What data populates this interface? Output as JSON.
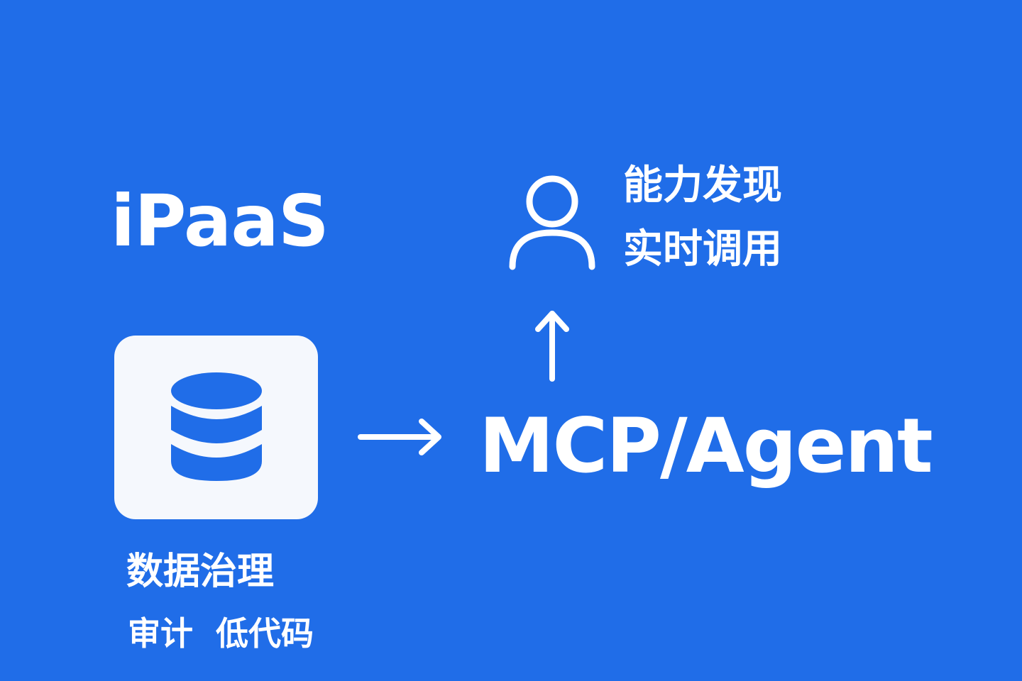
{
  "colors": {
    "background": "#206de8",
    "foreground": "#ffffff",
    "card": "#f5f8fd",
    "icon_fill": "#206de8"
  },
  "left": {
    "title": "iPaaS",
    "icon": "database-icon",
    "caption_main": "数据治理",
    "caption_sub": [
      "审计",
      "低代码"
    ]
  },
  "center": {
    "label": "MCP/Agent",
    "arrow_in_icon": "arrow-right-icon",
    "arrow_up_icon": "arrow-up-icon"
  },
  "right": {
    "icon": "user-icon",
    "features": [
      "能力发现",
      "实时调用"
    ]
  }
}
